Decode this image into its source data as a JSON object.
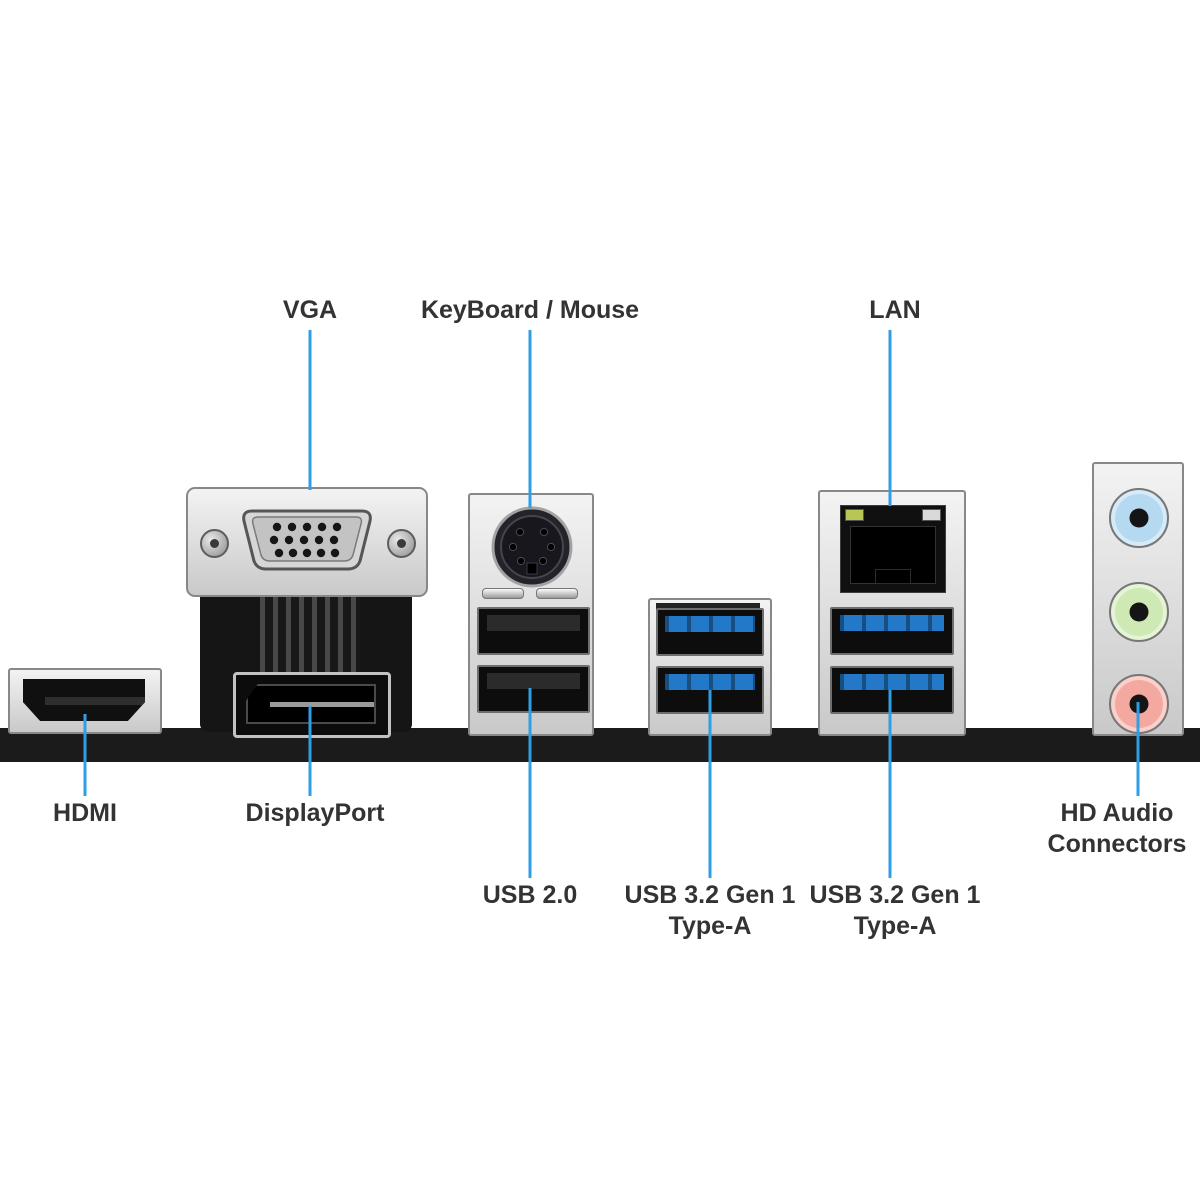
{
  "diagram": {
    "colors": {
      "callout": "#2e9fe6",
      "text": "#333333",
      "usb3_blue": "#2478c8",
      "audio_blue": "#b5d9f1",
      "audio_green": "#cfe9b4",
      "audio_pink": "#f4a9a0",
      "bar": "#1b1b1b"
    },
    "labels": {
      "vga": "VGA",
      "keyboard_mouse": "KeyBoard / Mouse",
      "lan": "LAN",
      "hdmi": "HDMI",
      "displayport": "DisplayPort",
      "usb2": "USB 2.0",
      "usb32_left_line1": "USB 3.2 Gen 1",
      "usb32_left_line2": "Type-A",
      "usb32_right_line1": "USB 3.2 Gen 1",
      "usb32_right_line2": "Type-A",
      "hd_audio_line1": "HD Audio",
      "hd_audio_line2": "Connectors"
    }
  }
}
